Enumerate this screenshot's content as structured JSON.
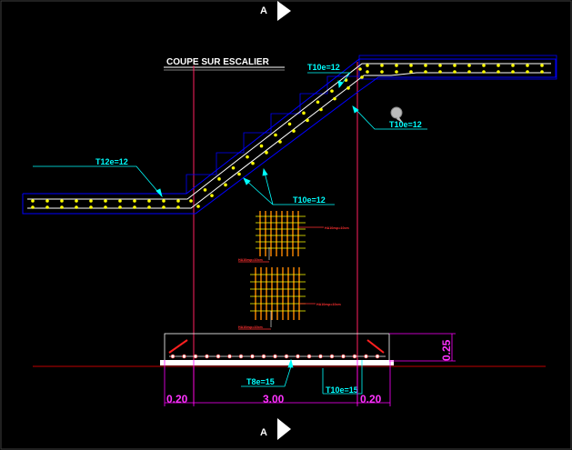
{
  "drawing": {
    "title": "COUPE SUR ESCALIER",
    "section_marker": "A",
    "rebar_labels": {
      "left_slab": "T12e=12",
      "upper_top": "T10e=12",
      "upper_right": "T10e=12",
      "inclined_bottom": "T10e=12",
      "footing_bottom": "T8e=15",
      "footing_right": "T10e=15"
    },
    "dimensions": {
      "left_width": "0.20",
      "center_width": "3.00",
      "right_width": "0.20",
      "footing_height": "0.25"
    },
    "mesh_label": "HA10esp=10cm",
    "colors": {
      "background": "#000000",
      "slab_outline": "#0000ff",
      "rebar": "#ffff00",
      "rebar_line": "#ffffff",
      "annotation": "#00ffff",
      "dimension": "#ff00ff",
      "axis": "#ff0000",
      "mesh_orange": "#ff8800"
    }
  }
}
